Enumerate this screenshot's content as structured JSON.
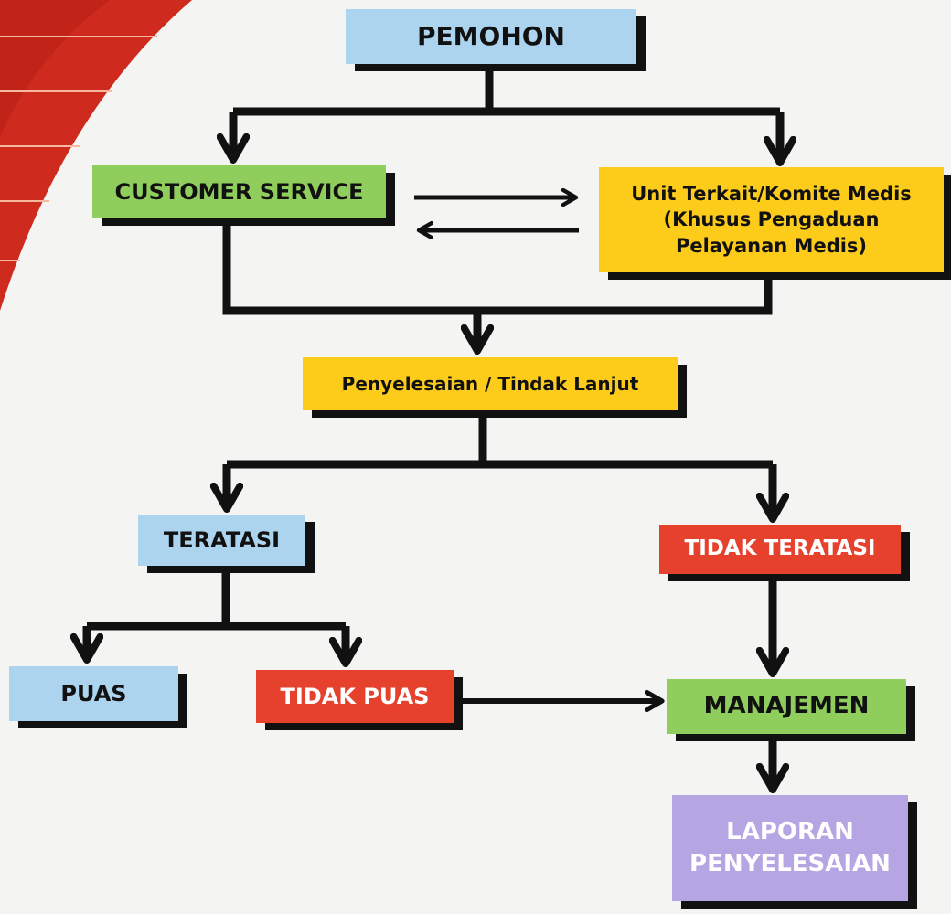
{
  "diagram": {
    "nodes": {
      "pemohon": "PEMOHON",
      "customer_service": "CUSTOMER SERVICE",
      "unit_terkait": [
        "Unit Terkait/Komite Medis",
        "(Khusus Pengaduan",
        "Pelayanan Medis)"
      ],
      "penyelesaian": "Penyelesaian / Tindak Lanjut",
      "teratasi": "TERATASI",
      "tidak_teratasi": "TIDAK TERATASI",
      "puas": "PUAS",
      "tidak_puas": "TIDAK PUAS",
      "manajemen": "MANAJEMEN",
      "laporan": [
        "LAPORAN",
        "PENYELESAIAN"
      ]
    },
    "edges": [
      {
        "from": "PEMOHON",
        "to": "CUSTOMER SERVICE"
      },
      {
        "from": "PEMOHON",
        "to": "Unit Terkait/Komite Medis"
      },
      {
        "from": "CUSTOMER SERVICE",
        "to": "Unit Terkait/Komite Medis"
      },
      {
        "from": "Unit Terkait/Komite Medis",
        "to": "CUSTOMER SERVICE"
      },
      {
        "from": "CUSTOMER SERVICE",
        "to": "Penyelesaian / Tindak Lanjut"
      },
      {
        "from": "Unit Terkait/Komite Medis",
        "to": "Penyelesaian / Tindak Lanjut"
      },
      {
        "from": "Penyelesaian / Tindak Lanjut",
        "to": "TERATASI"
      },
      {
        "from": "Penyelesaian / Tindak Lanjut",
        "to": "TIDAK TERATASI"
      },
      {
        "from": "TERATASI",
        "to": "PUAS"
      },
      {
        "from": "TERATASI",
        "to": "TIDAK PUAS"
      },
      {
        "from": "TIDAK PUAS",
        "to": "MANAJEMEN"
      },
      {
        "from": "TIDAK TERATASI",
        "to": "MANAJEMEN"
      },
      {
        "from": "MANAJEMEN",
        "to": "LAPORAN PENYELESAIAN"
      }
    ]
  },
  "colors": {
    "blue": "#acd4ef",
    "green": "#8fce5c",
    "yellow": "#fdcc1a",
    "red": "#e6412d",
    "purple": "#b5a6e3",
    "accent_red": "#d32a1f"
  }
}
